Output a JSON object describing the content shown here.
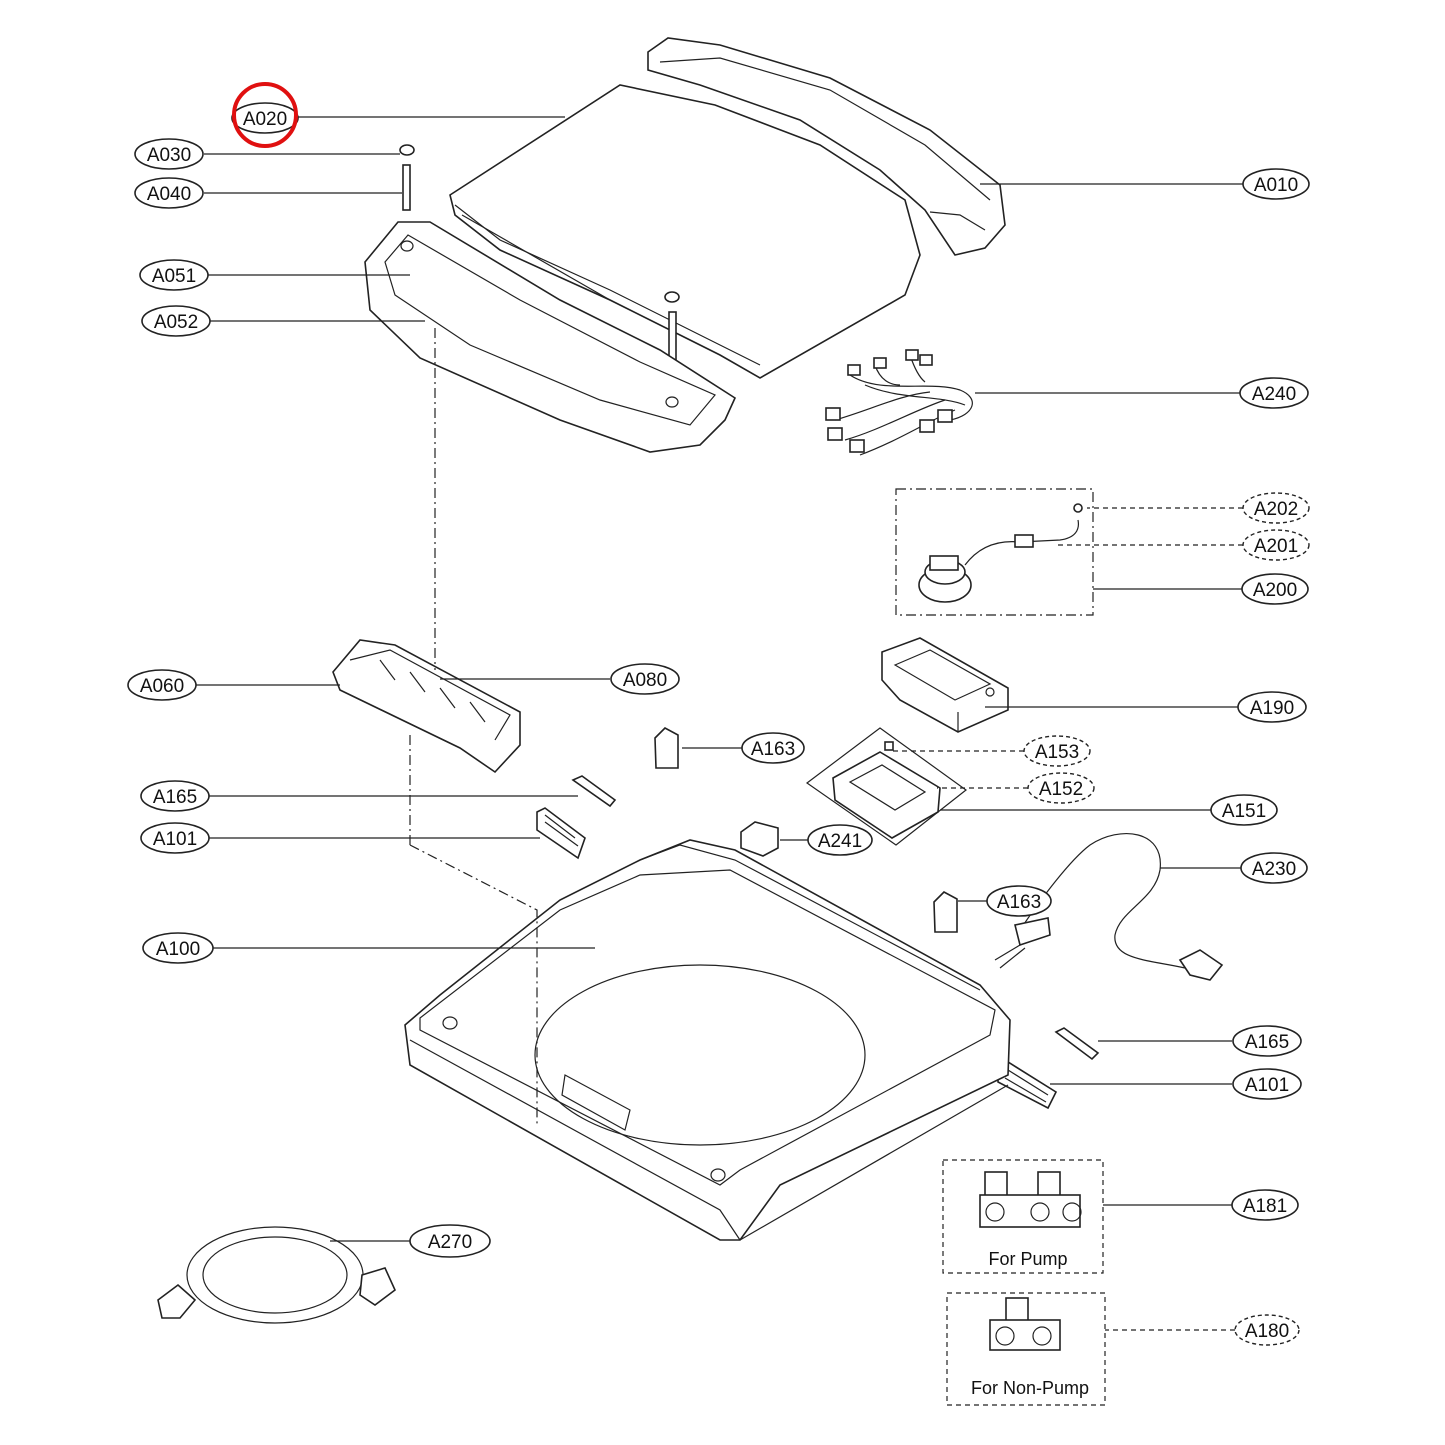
{
  "diagram": {
    "labels": {
      "a010": "A010",
      "a020": "A020",
      "a030": "A030",
      "a040": "A040",
      "a051": "A051",
      "a052": "A052",
      "a060": "A060",
      "a080": "A080",
      "a100": "A100",
      "a101_left": "A101",
      "a101_right": "A101",
      "a151": "A151",
      "a152": "A152",
      "a153": "A153",
      "a163_top": "A163",
      "a163_mid": "A163",
      "a165_left": "A165",
      "a165_right": "A165",
      "a180": "A180",
      "a181": "A181",
      "a190": "A190",
      "a200": "A200",
      "a201": "A201",
      "a202": "A202",
      "a230": "A230",
      "a240": "A240",
      "a241": "A241",
      "a270": "A270"
    },
    "captions": {
      "for_pump": "For Pump",
      "for_non_pump": "For Non-Pump"
    },
    "highlight": {
      "target": "A020",
      "color": "#e01010"
    },
    "colors": {
      "line": "#222222",
      "background": "#ffffff"
    }
  }
}
